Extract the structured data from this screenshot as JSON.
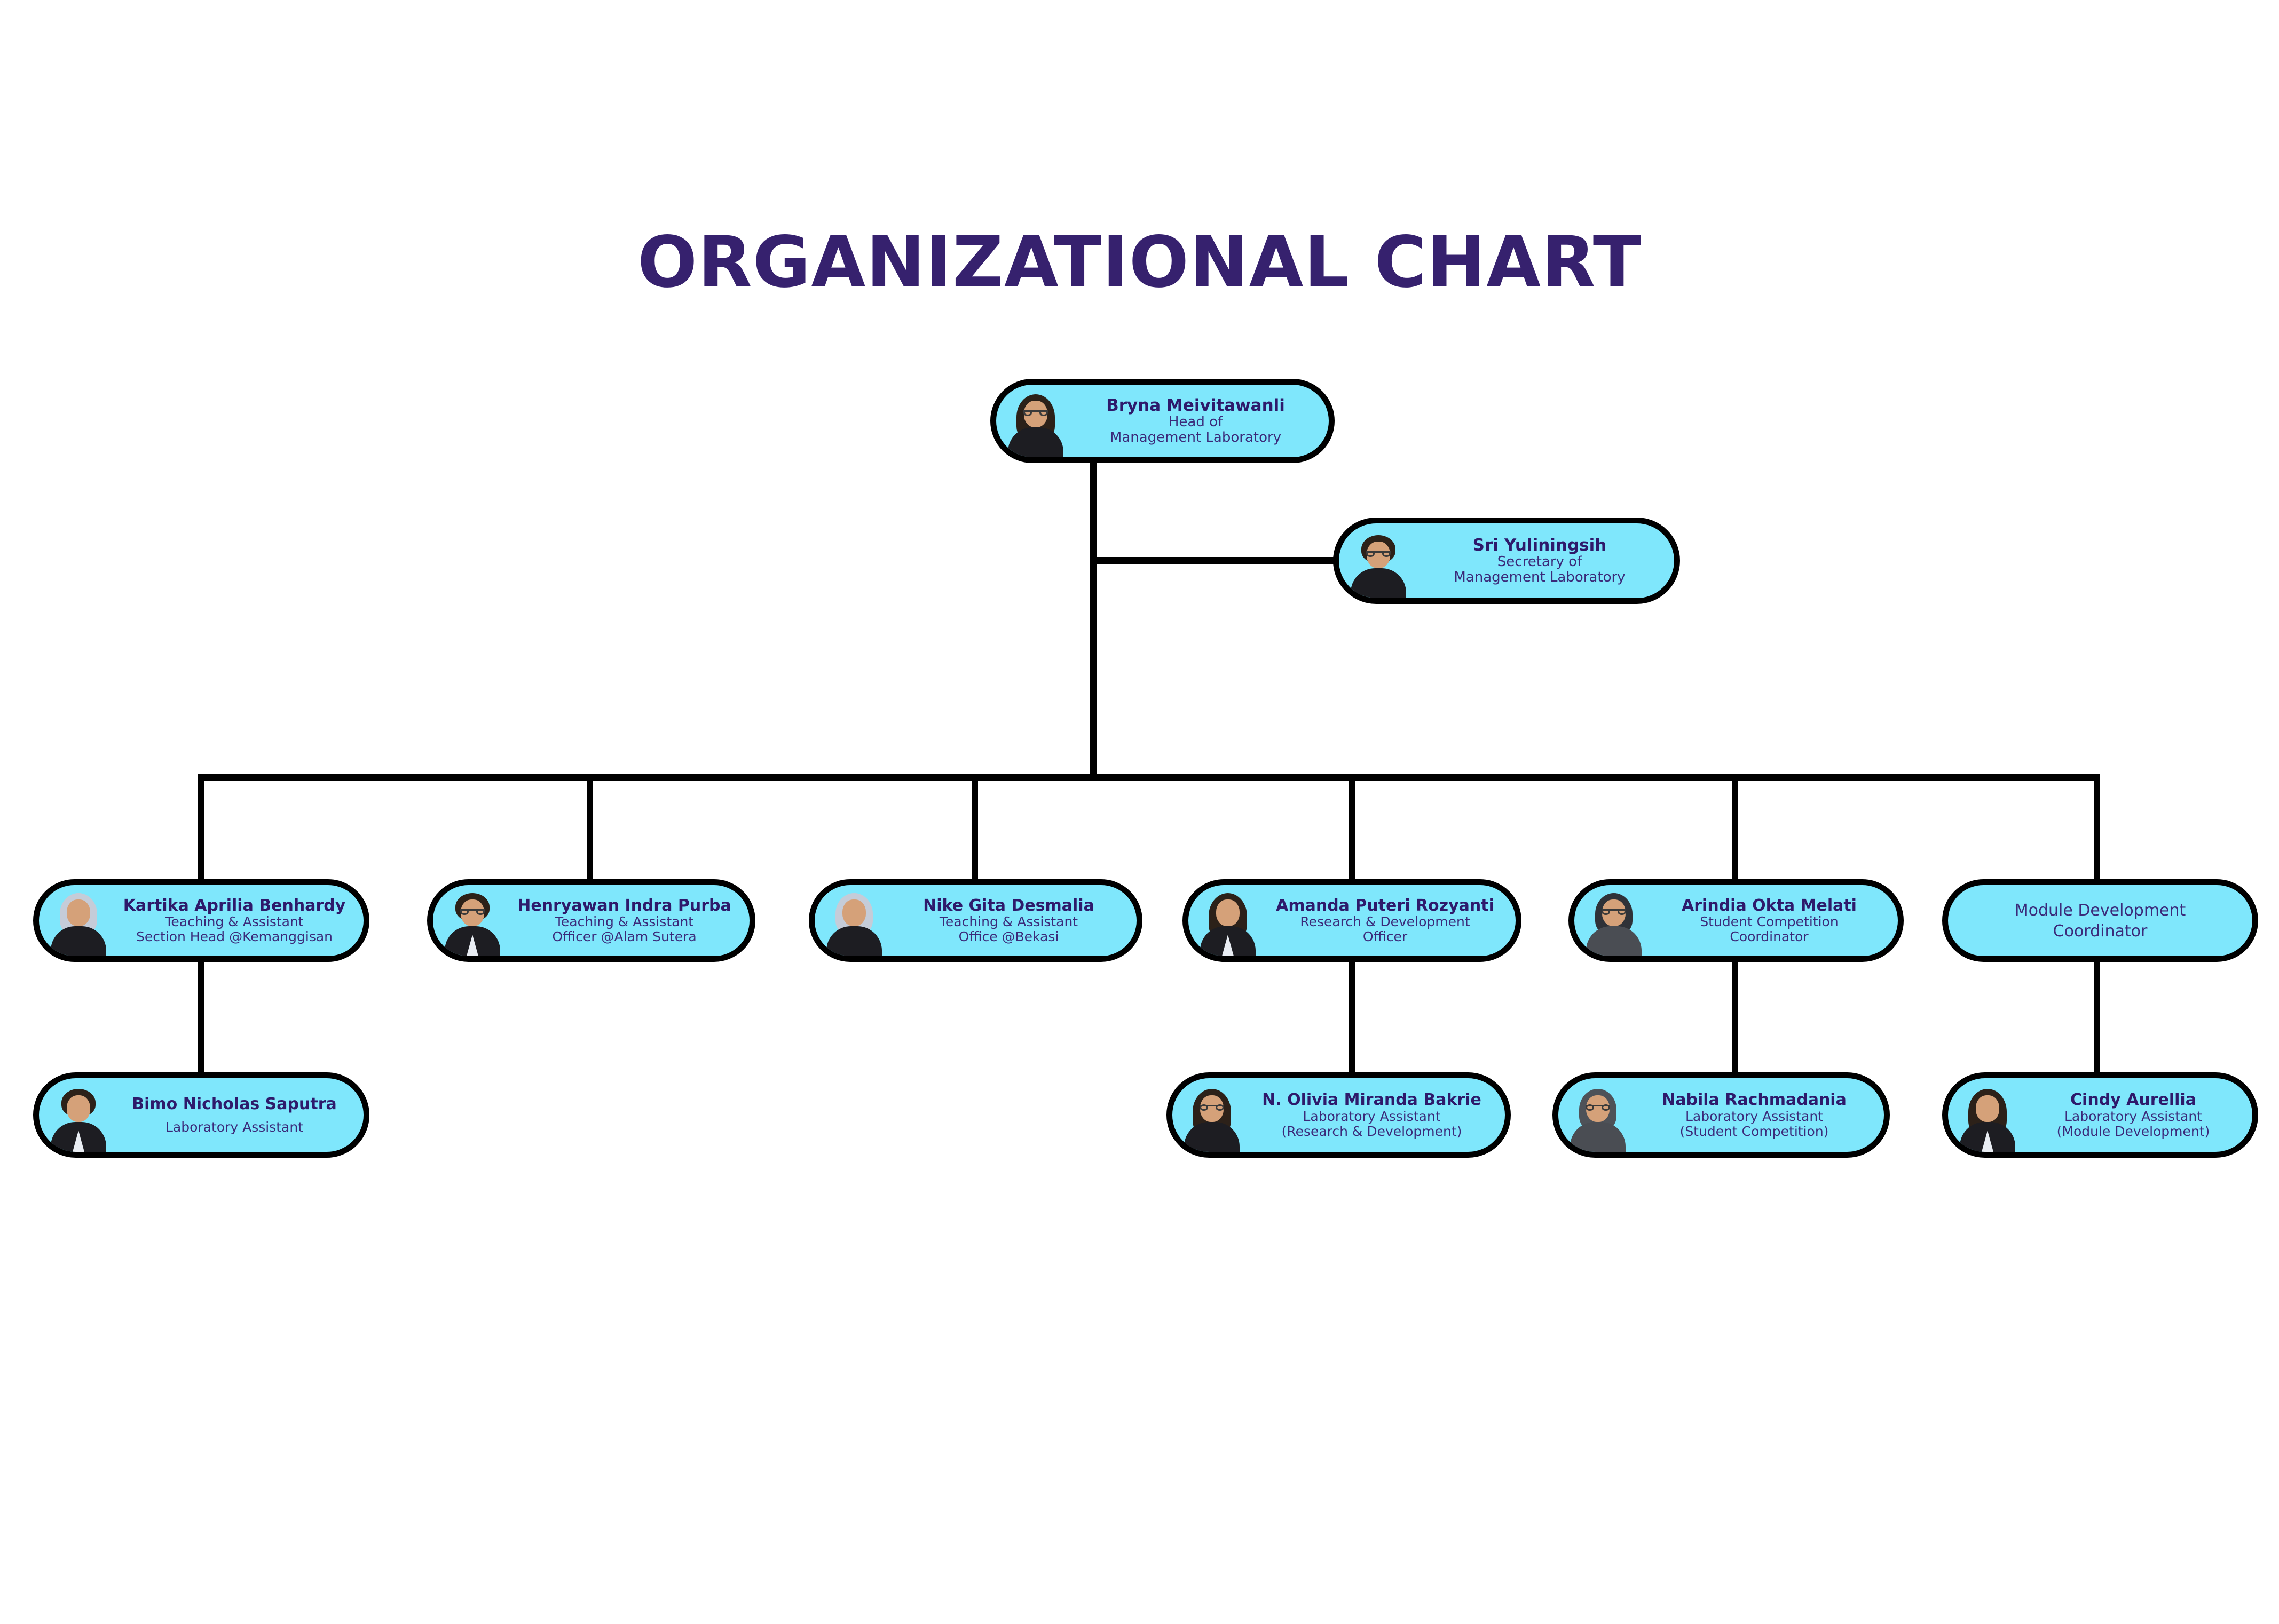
{
  "title": "ORGANIZATIONAL CHART",
  "colors": {
    "title": "#36216e",
    "node_fill": "#7fe7fc",
    "node_border": "#000000",
    "name_text": "#2e1a6b",
    "role_text": "#3b2a7a",
    "connector": "#000000",
    "background": "#ffffff"
  },
  "nodes": {
    "head": {
      "name": "Bryna Meivitawanli",
      "role_line1": "Head of",
      "role_line2": "Management Laboratory"
    },
    "secretary": {
      "name": "Sri Yuliningsih",
      "role_line1": "Secretary of",
      "role_line2": "Management Laboratory"
    },
    "kartika": {
      "name": "Kartika Aprilia Benhardy",
      "role_line1": "Teaching & Assistant",
      "role_line2": "Section Head @Kemanggisan"
    },
    "henryawan": {
      "name": "Henryawan Indra Purba",
      "role_line1": "Teaching & Assistant",
      "role_line2": "Officer @Alam Sutera"
    },
    "nike": {
      "name": "Nike Gita Desmalia",
      "role_line1": "Teaching & Assistant",
      "role_line2": "Office @Bekasi"
    },
    "amanda": {
      "name": "Amanda Puteri Rozyanti",
      "role_line1": "Research & Development",
      "role_line2": "Officer"
    },
    "arindia": {
      "name": "Arindia Okta Melati",
      "role_line1": "Student Competition",
      "role_line2": "Coordinator"
    },
    "module_coordinator": {
      "name": "",
      "role_line1": "Module Development",
      "role_line2": "Coordinator"
    },
    "bimo": {
      "name": "Bimo Nicholas Saputra",
      "role_line1": "Laboratory Assistant",
      "role_line2": ""
    },
    "olivia": {
      "name": "N. Olivia Miranda Bakrie",
      "role_line1": "Laboratory Assistant",
      "role_line2": "(Research & Development)"
    },
    "nabila": {
      "name": "Nabila Rachmadania",
      "role_line1": "Laboratory Assistant",
      "role_line2": "(Student Competition)"
    },
    "cindy": {
      "name": "Cindy Aurellia",
      "role_line1": "Laboratory Assistant",
      "role_line2": "(Module Development)"
    }
  }
}
